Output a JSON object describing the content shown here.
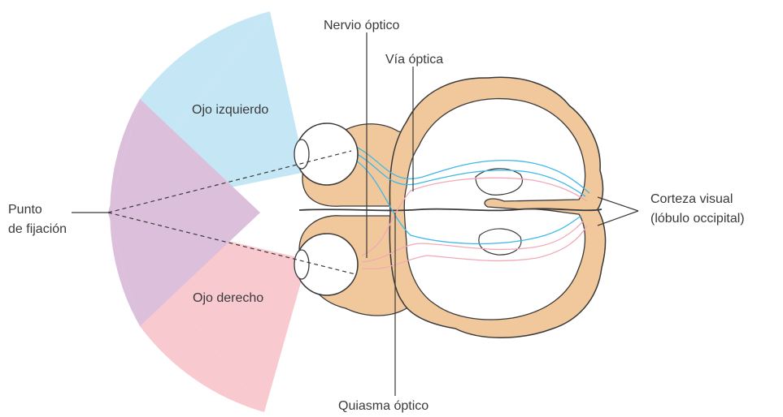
{
  "labels": {
    "optic_nerve": "Nervio óptico",
    "optic_tract": "Vía óptica",
    "left_eye": "Ojo izquierdo",
    "right_eye": "Ojo derecho",
    "fixation_line1": "Punto",
    "fixation_line2": "de fijación",
    "visual_cortex_line1": "Corteza visual",
    "visual_cortex_line2": "(lóbulo occipital)",
    "chiasm": "Quiasma óptico"
  },
  "colors": {
    "left_field": "#c5e6f5",
    "right_field": "#f8c9cf",
    "overlap_field": "#dcc0db",
    "brain_tissue": "#f1c79c",
    "brain_outline": "#3a3a3a",
    "left_pathway": "#3fb8e6",
    "right_pathway": "#f2a9b7"
  }
}
